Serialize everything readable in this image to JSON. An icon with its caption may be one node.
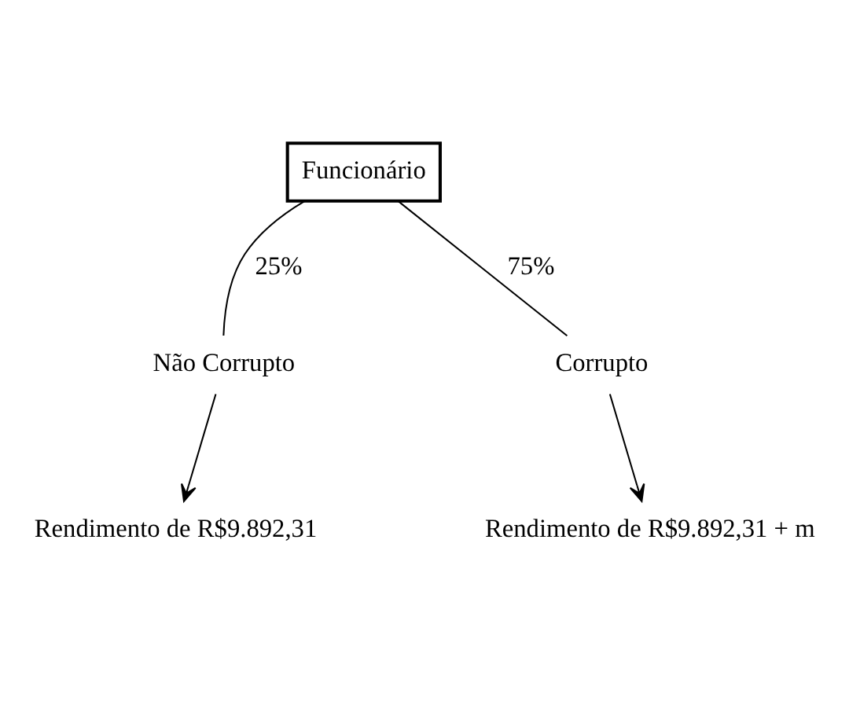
{
  "diagram": {
    "nodes": [
      {
        "text": [
          "Funcionário"
        ]
      },
      {
        "text": [
          "Não Corrupto"
        ]
      },
      {
        "text": [
          "Corrupto"
        ]
      },
      {
        "text": [
          "Rendimento de R$9.892,31"
        ]
      },
      {
        "text": [
          "Rendimento de R$9.892,31 + m"
        ]
      }
    ],
    "edges": [
      {
        "from": 0,
        "to": 1,
        "arrow": "none",
        "label": "25%"
      },
      {
        "from": 0,
        "to": 2,
        "arrow": "none",
        "label": "75%"
      },
      {
        "from": 1,
        "to": 3,
        "arrow": "to"
      },
      {
        "from": 2,
        "to": 4,
        "arrow": "to"
      }
    ]
  }
}
